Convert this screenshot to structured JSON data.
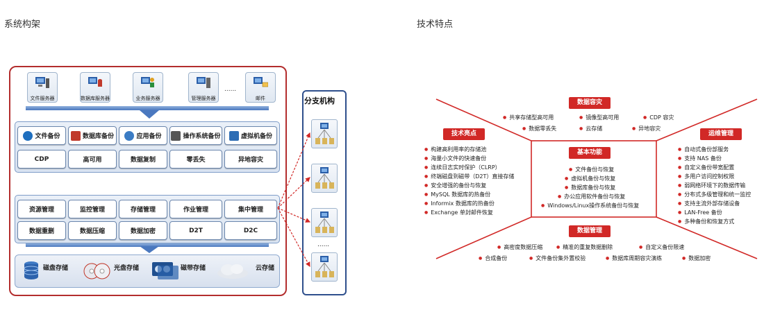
{
  "headings": {
    "architecture": "系统构架",
    "features": "技术特点"
  },
  "servers": [
    {
      "label": "文件服务器",
      "icon": "file-server-icon"
    },
    {
      "label": "数据库服务器",
      "icon": "database-server-icon"
    },
    {
      "label": "业务服务器",
      "icon": "business-server-icon"
    },
    {
      "label": "管理服务器",
      "icon": "management-server-icon"
    },
    {
      "label": "邮件",
      "icon": "mail-icon"
    }
  ],
  "server_ellipsis": "......",
  "backup_row": [
    "文件备份",
    "数据库备份",
    "应用备份",
    "操作系统备份",
    "虚拟机备份"
  ],
  "protect_row": [
    "CDP",
    "高可用",
    "数据复制",
    "零丢失",
    "异地容灾"
  ],
  "manage_row1": [
    "资源管理",
    "监控管理",
    "存储管理",
    "作业管理",
    "集中管理"
  ],
  "manage_row2": [
    "数据重删",
    "数据压缩",
    "数据加密",
    "D2T",
    "D2C"
  ],
  "storage": [
    "磁盘存储",
    "光盘存储",
    "磁带存储",
    "云存储"
  ],
  "branch": {
    "title": "分支机构",
    "ellipsis": "......"
  },
  "features": {
    "disaster": {
      "title": "数据容灾",
      "items": [
        "共享存储型高可用",
        "镜像型高可用",
        "CDP 容灾",
        "数据零丢失",
        "云存储",
        "异地容灾"
      ]
    },
    "highlights": {
      "title": "技术亮点",
      "items": [
        "构建高利用率的存储池",
        "海量小文件的快速备份",
        "连续日志实时保护（CLRP）",
        "终端磁盘到磁带（D2T）直接存储",
        "安全增强的备份与恢复",
        "MySQL 数据库的热备份",
        "Informix 数据库的热备份",
        "Exchange 单封邮件恢复"
      ]
    },
    "ops": {
      "title": "运维管理",
      "items": [
        "自动式备份部服务",
        "支持 NAS 备份",
        "自定义备份带宽配置",
        "多用户访问控制权限",
        "弱网络环境下的数据传输",
        "分布式多级管理和统一监控",
        "支持主流外部存储设备",
        "LAN-Free 备份",
        "多种备份和恢复方式"
      ]
    },
    "basic": {
      "title": "基本功能",
      "items": [
        "文件备份与恢复",
        "虚拟机备份与恢复",
        "数据库备份与恢复",
        "办公应用软件备份与恢复",
        "Windows/Linux操作系统备份与恢复"
      ]
    },
    "data": {
      "title": "数据管理",
      "items": [
        "高密度数据压缩",
        "精准的重复数据删除",
        "自定义备份限速",
        "合成备份",
        "文件备份集外置校验",
        "数据库周期容灾演练",
        "数据加密"
      ]
    }
  },
  "colors": {
    "accent": "#d12826",
    "frame": "#b32d2d",
    "blue": "#4a78bf",
    "navy": "#2e4f8c"
  }
}
